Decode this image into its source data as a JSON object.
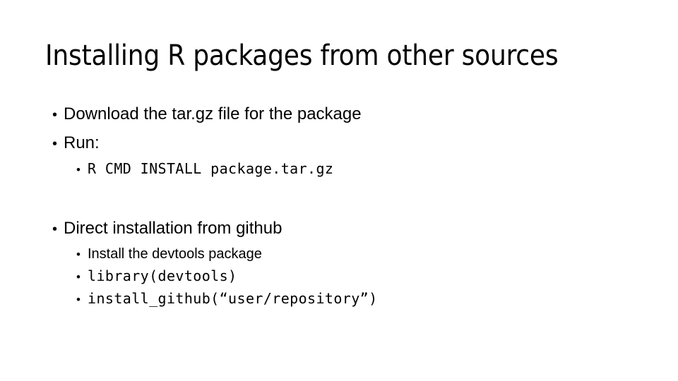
{
  "slide": {
    "title": "Installing R packages from other sources",
    "background_color": "#ffffff",
    "text_color": "#000000",
    "bullet_glyph": "•",
    "content": [
      {
        "level": 1,
        "style": "sans",
        "text": "Download the tar.gz file for the package"
      },
      {
        "level": 1,
        "style": "sans",
        "text": "Run:"
      },
      {
        "level": 2,
        "style": "mono",
        "text": "R CMD INSTALL package.tar.gz"
      },
      {
        "level": 1,
        "style": "sans",
        "text": "Direct installation from github"
      },
      {
        "level": 2,
        "style": "sans",
        "text": "Install the devtools package"
      },
      {
        "level": 2,
        "style": "mono",
        "text": "library(devtools)"
      },
      {
        "level": 2,
        "style": "mono",
        "text": "install_github(“user/repository”)"
      }
    ]
  }
}
